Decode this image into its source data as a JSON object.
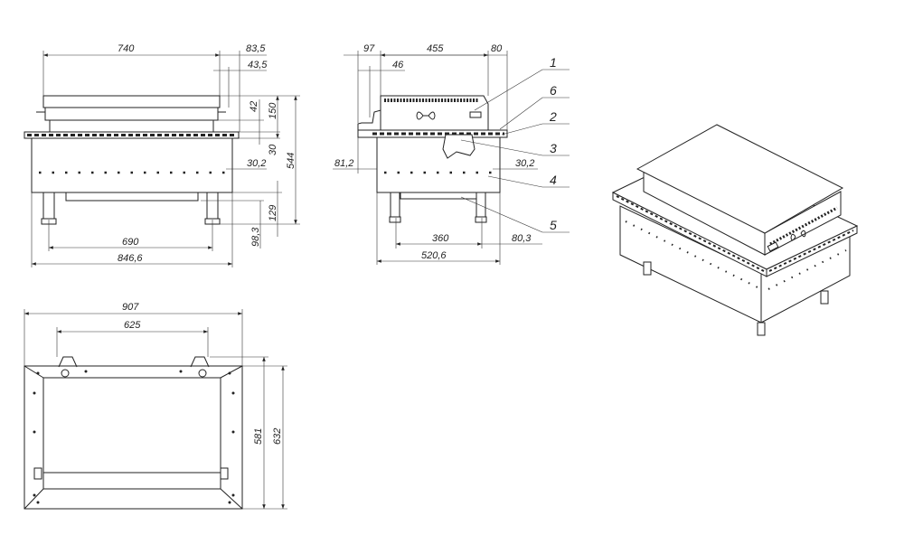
{
  "front_view": {
    "dims": {
      "width_top": "740",
      "overhang_a": "83,5",
      "overhang_b": "43,5",
      "h42": "42",
      "h150": "150",
      "h30": "30",
      "h544": "544",
      "h30_2": "30,2",
      "h129": "129",
      "h98_3": "98,3",
      "legs": "690",
      "overall": "846,6"
    }
  },
  "side_view": {
    "dims": {
      "d97": "97",
      "d455": "455",
      "d80": "80",
      "d46": "46",
      "d81_2": "81,2",
      "d30_2": "30,2",
      "legs": "360",
      "d80_3": "80,3",
      "overall": "520,6"
    },
    "callouts": [
      "1",
      "6",
      "2",
      "3",
      "4",
      "5"
    ]
  },
  "plan_view": {
    "dims": {
      "width": "907",
      "legs": "625",
      "depth_inner": "581",
      "depth": "632"
    }
  },
  "colors": {
    "line": "#222222",
    "background": "#ffffff"
  }
}
